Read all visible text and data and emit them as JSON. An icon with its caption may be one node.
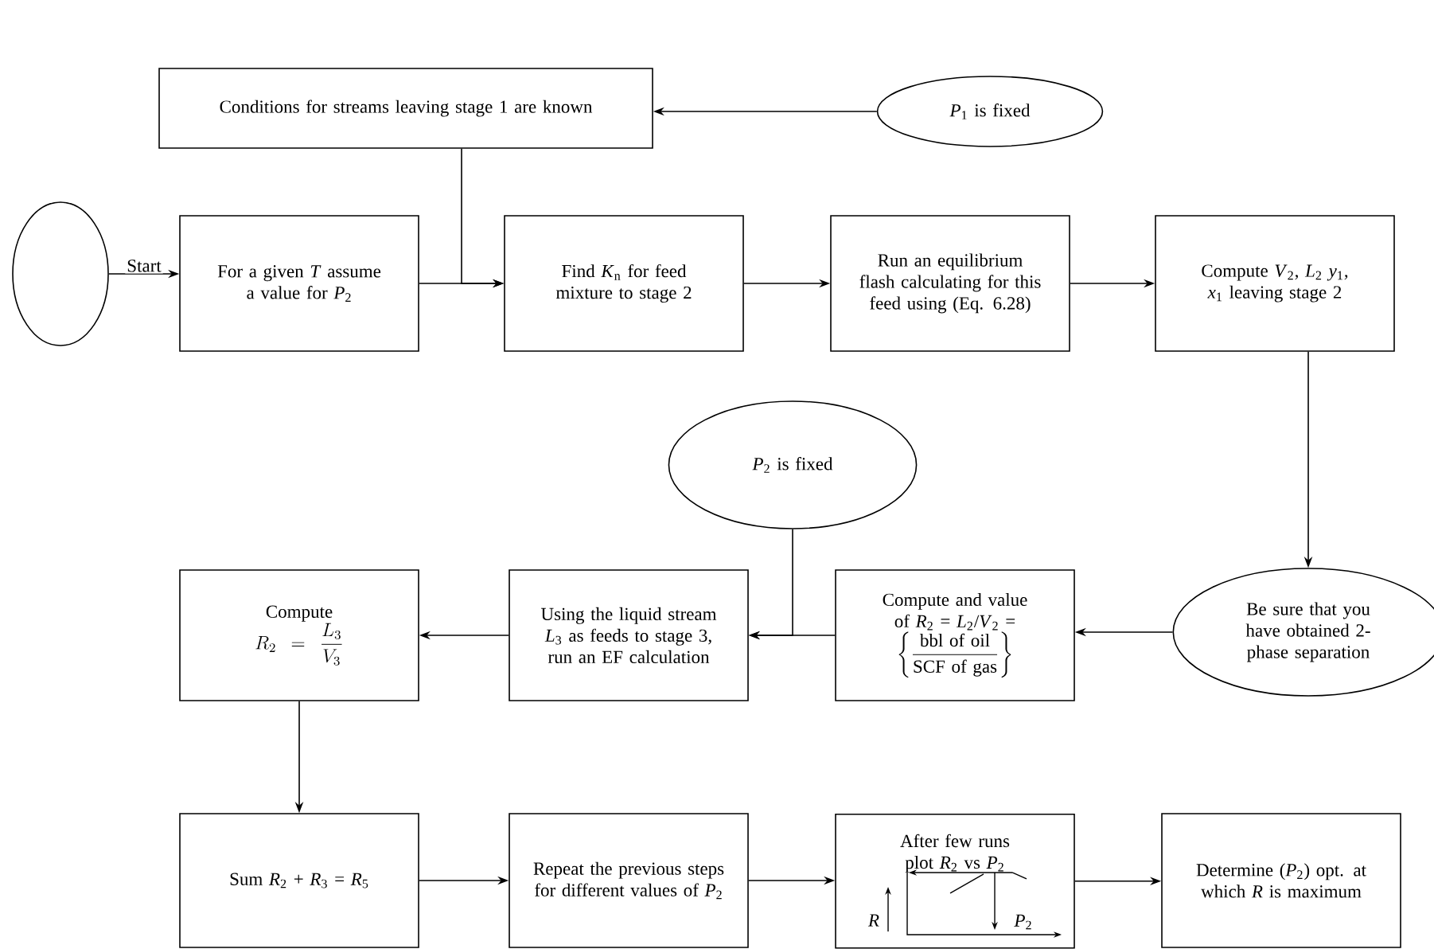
{
  "diagram": {
    "nodes": [
      {
        "text": [
          "Conditions for streams leaving stage 1 are known"
        ]
      },
      {
        "text": [
          "*P*$_{1}$ is fixed"
        ]
      },
      {
        "text": [],
        "shape": "circle"
      },
      {
        "text": [
          "For a given *T* assume a value for *P*$_{2}$"
        ]
      },
      {
        "text": [
          "Find *K*$_{n}$ for feed mixture to stage 2"
        ]
      },
      {
        "text": [
          "Run an equilibrium flash calculating for this feed using (Eq. 6.28)"
        ]
      },
      {
        "text": [
          "Compute *V*$_{2}$, *L*$_{2}$ *y*$_{1}$, *x*$_{1}$ leaving stage 2"
        ]
      },
      {
        "text": [
          "*P*$_{2}$ is fixed"
        ]
      },
      {
        "text": [
          "Compute",
          "R_2 = \\frac{L_3}{V_3}"
        ]
      },
      {
        "text": [
          "Using the liquid stream *L*$_{3}$ as feeds to stage 3, run an EF calculation"
        ]
      },
      {
        "text": [
          "Compute and value of *R*$_{2}$ = *L*$_{2}$/*V*$_{2}$ =",
          "\\left\\{\\frac{\\text{bbl of oil}}{\\text{SCF of gas}}\\right\\}"
        ]
      },
      {
        "text": [
          "Be sure that you have obtained 2-phase separation"
        ]
      },
      {
        "text": [
          "Sum *R*$_{2}$ + *R*$_{3}$ = *R*$_{5}$"
        ]
      },
      {
        "text": [
          "Repeat the previous steps for different values of *P*$_{2}$"
        ]
      },
      {
        "text": [
          "After few runs plot *R*$_{2}$ vs *P*$_{2}$"
        ]
      },
      {
        "text": [
          "Determine (*P*$_{2}$) opt. at which *R* is maximum"
        ]
      }
    ],
    "edges": [
      {
        "from": 1,
        "to": 0,
        "arrow": "to"
      },
      {
        "from": 2,
        "to": 3,
        "arrow": "to",
        "label": "Start"
      },
      {
        "from": 0,
        "to": 4,
        "arrow": "to"
      },
      {
        "from": 3,
        "to": 4,
        "arrow": "to"
      },
      {
        "from": 4,
        "to": 5,
        "arrow": "to"
      },
      {
        "from": 5,
        "to": 6,
        "arrow": "to"
      },
      {
        "from": 6,
        "to": 11,
        "arrow": "to"
      },
      {
        "from": 11,
        "to": 10,
        "arrow": "to"
      },
      {
        "from": 7,
        "to": 9,
        "arrow": "to"
      },
      {
        "from": 10,
        "to": 9,
        "arrow": "to"
      },
      {
        "from": 9,
        "to": 8,
        "arrow": "to"
      },
      {
        "from": 8,
        "to": 12,
        "arrow": "to"
      },
      {
        "from": 12,
        "to": 13,
        "arrow": "to"
      },
      {
        "from": 13,
        "to": 14,
        "arrow": "to"
      },
      {
        "from": 14,
        "to": 15,
        "arrow": "to"
      }
    ],
    "labels": [
      "*R*",
      "*P*$_{2}$"
    ]
  }
}
